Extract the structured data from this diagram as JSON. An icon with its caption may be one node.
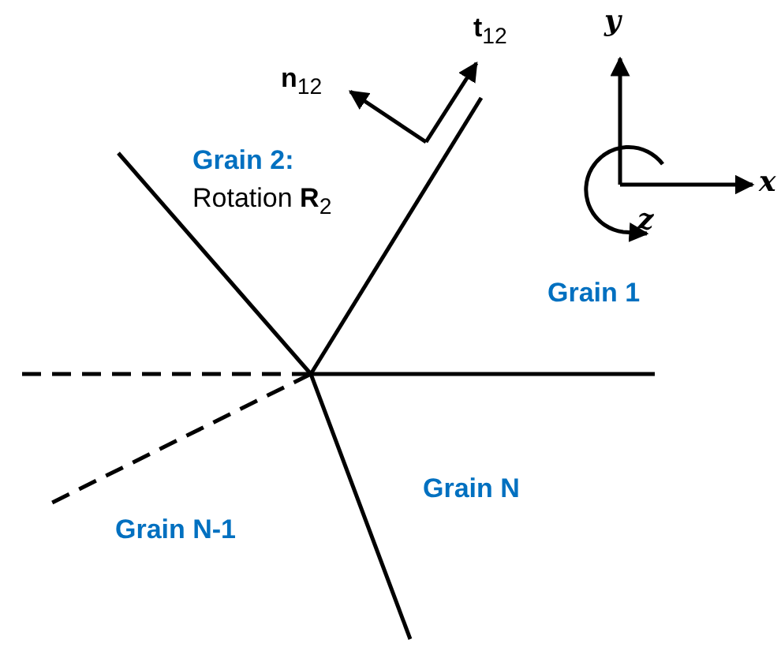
{
  "diagram": {
    "labels": [
      "**n**$_{12}$",
      "**t**$_{12}$",
      "y",
      "x",
      "z",
      "Grain 2:",
      "Rotation **R**$_{2}$",
      "Grain 1",
      "Grain N",
      "Grain N-1"
    ]
  }
}
